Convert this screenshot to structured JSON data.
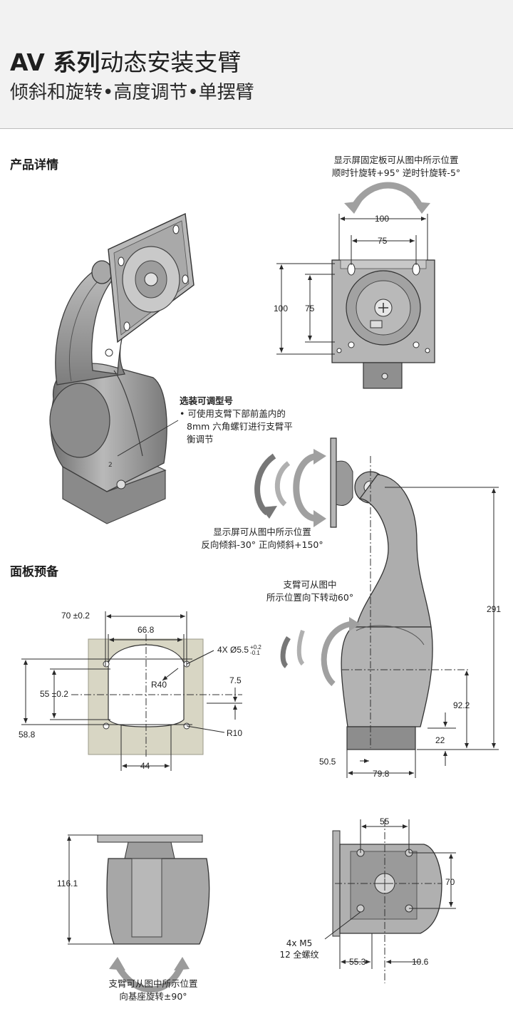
{
  "header": {
    "title_bold": "AV 系列",
    "title_rest": "动态安装支臂",
    "subtitle": "倾斜和旋转•高度调节•单摆臂"
  },
  "sections": {
    "product_details": "产品详情",
    "panel_prep": "面板预备"
  },
  "notes": {
    "plate_rotation_l1": "显示屏固定板可从图中所示位置",
    "plate_rotation_l2": "顺时针旋转+95° 逆时针旋转-5°",
    "option_title": "选装可调型号",
    "option_l1": "• 可使用支臂下部前盖内的",
    "option_l2": "8mm 六角螺钉进行支臂平",
    "option_l3": "衡调节",
    "tilt_l1": "显示屏可从图中所示位置",
    "tilt_l2": "反向倾斜-30° 正向倾斜+150°",
    "arm_rot_l1": "支臂可从图中",
    "arm_rot_l2": "所示位置向下转动60°",
    "base_rot_l1": "支臂可从图中所示位置",
    "base_rot_l2": "向基座旋转±90°"
  },
  "dimensions": {
    "plate_outer_w": "100",
    "plate_inner_w": "75",
    "plate_outer_h": "100",
    "plate_inner_h": "75",
    "height_total": "291",
    "height_lower": "92.2",
    "base_h": "22",
    "base_offset": "50.5",
    "base_w": "79.8",
    "panel_outer": "70 ±0.2",
    "panel_inner": "66.8",
    "panel_holes": "4X Ø5.5",
    "panel_tol_plus": "+0.2",
    "panel_tol_minus": "-0.1",
    "panel_r40": "R40",
    "panel_7_5": "7.5",
    "panel_55": "55 ±0.2",
    "panel_58_8": "58.8",
    "panel_r10": "R10",
    "panel_44": "44",
    "side_h": "116.1",
    "rear_w": "55",
    "rear_h": "70",
    "screw_l1": "4x M5",
    "screw_l2": "12 全螺纹",
    "rear_55_3": "55.3",
    "rear_10_6": "10.6"
  },
  "colors": {
    "header_bg": "#f2f2f2",
    "panel_bg": "#d8d6c4",
    "metal": "#9a9a9a",
    "metal_light": "#c4c4c4",
    "arrow_grey": "#9b9b9b"
  }
}
